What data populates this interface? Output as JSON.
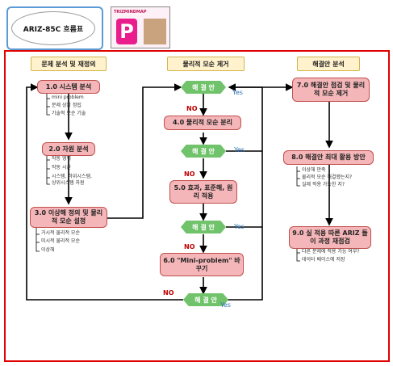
{
  "header": {
    "title": "ARIZ-85C 흐름표",
    "logo_text": "TRIZMINDMAP",
    "logo_letter": "P"
  },
  "columns": {
    "c1": "문제 분석 및 재정의",
    "c2": "물리적 모순 제거",
    "c3": "해결안 분석"
  },
  "steps": {
    "s1": "1.0 시스템 분석",
    "s1_subs": [
      "mini problem",
      "문제 상황 정립",
      "기술적 모순 기술"
    ],
    "s2": "2.0 자원 분석",
    "s2_subs": [
      "작동 영역",
      "작동 시간",
      "시스템, 하위시스템,",
      "상위시스템 자원"
    ],
    "s3": "3.0 이상해 정의 및 물리적 모순 설정",
    "s3_subs": [
      "거시적 물리적 모순",
      "미시적 물리적 모순",
      "이상해"
    ],
    "s4": "4.0 물리적 모순 분리",
    "s5": "5.0 효과, 표준해, 원리 적용",
    "s6": "6.0 \"Mini-problem\" 바꾸기",
    "s7": "7.0 해결안 점검 및 물리적 모순 제거",
    "s8": "8.0 해결안 최대 활용 방안",
    "s8_subs": [
      "이상해 만족",
      "물리적 모순 해결했는지?",
      "실제 적용 가능한 지?"
    ],
    "s9": "9.0 실 적용 따른 ARIZ 들이 과정 재점검",
    "s9_subs": [
      "다른 문제에 적용 가능 여부?",
      "데이터 베이스에 저장"
    ]
  },
  "decisions": {
    "label": "해 결 안",
    "yes": "Yes",
    "no": "NO"
  },
  "colors": {
    "frame": "#e00000",
    "box_fill": "#f4b6b8",
    "decision": "#70c36b",
    "header_fill": "#fff2cc",
    "title_border": "#5b9bd5"
  }
}
